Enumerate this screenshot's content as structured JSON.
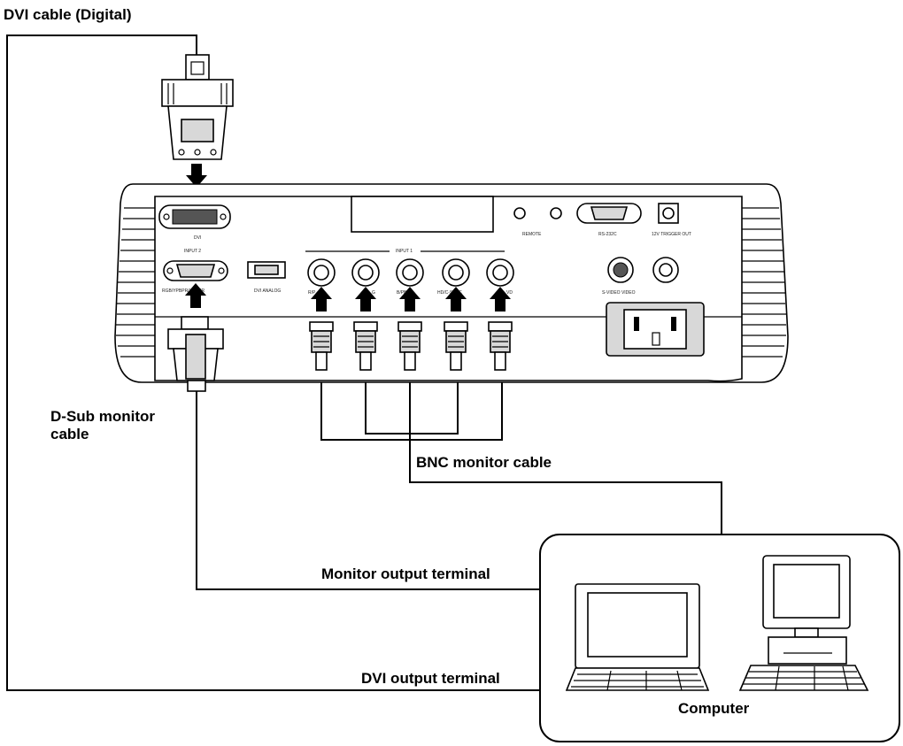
{
  "labels": {
    "dvi_cable": "DVI cable (Digital)",
    "dsub_cable_line1": "D-Sub monitor",
    "dsub_cable_line2": "cable",
    "bnc_cable": "BNC monitor cable",
    "monitor_output": "Monitor output terminal",
    "dvi_output": "DVI output terminal",
    "computer": "Computer"
  },
  "panel_labels": {
    "dvi": "DVI",
    "input2": "INPUT 2",
    "input2_port": "RGB/YPBPR/YCBCR",
    "dvi_analog": "DVI ANALOG",
    "input1": "INPUT 1",
    "bnc_1": "R/P",
    "bnc_2": "G",
    "bnc_3": "B/PB",
    "bnc_4": "HD/C-SYNC",
    "bnc_5": "VD",
    "remote": "REMOTE",
    "rs232c": "RS-232C",
    "trigger": "12V TRIGGER OUT",
    "svideo": "S-VIDEO VIDEO"
  }
}
